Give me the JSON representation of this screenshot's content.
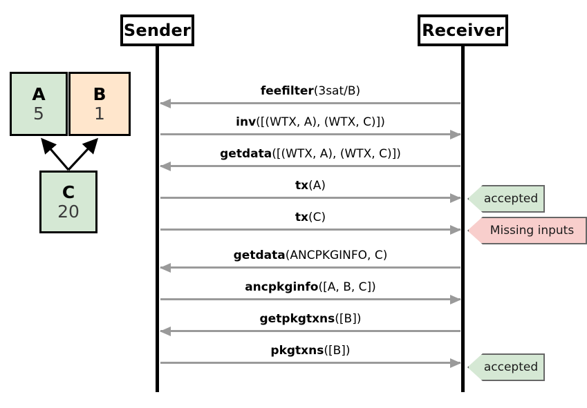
{
  "diagram": {
    "title_left": "Sender",
    "title_right": "Receiver"
  },
  "participants": [
    {
      "name": "Sender",
      "id": "sender"
    },
    {
      "name": "Receiver",
      "id": "receiver"
    }
  ],
  "transactions": [
    {
      "id": "A",
      "label": "A",
      "value": "5",
      "color": "#d5e8d4"
    },
    {
      "id": "B",
      "label": "B",
      "value": "1",
      "color": "#ffe6cc"
    },
    {
      "id": "C",
      "label": "C",
      "value": "20",
      "color": "#d5e8d4"
    }
  ],
  "dependencies": [
    {
      "from": "C",
      "to": "A"
    },
    {
      "from": "C",
      "to": "B"
    }
  ],
  "messages": [
    {
      "name": "feefilter",
      "args": "(3sat/B)",
      "direction": "left"
    },
    {
      "name": "inv",
      "args": "([(WTX, A), (WTX, C)])",
      "direction": "right"
    },
    {
      "name": "getdata",
      "args": "([(WTX, A), (WTX, C)])",
      "direction": "left"
    },
    {
      "name": "tx",
      "args": "(A)",
      "direction": "right"
    },
    {
      "name": "tx",
      "args": "(C)",
      "direction": "right"
    },
    {
      "name": "getdata",
      "args": "(ANCPKGINFO, C)",
      "direction": "left"
    },
    {
      "name": "ancpkginfo",
      "args": "([A, B, C])",
      "direction": "right"
    },
    {
      "name": "getpkgtxns",
      "args": "([B])",
      "direction": "left"
    },
    {
      "name": "pkgtxns",
      "args": "([B])",
      "direction": "right"
    }
  ],
  "callouts": [
    {
      "text": "accepted",
      "status": "ok",
      "color": "#d5e8d4"
    },
    {
      "text": "Missing inputs",
      "status": "error",
      "color": "#f8cecc"
    },
    {
      "text": "accepted",
      "status": "ok",
      "color": "#d5e8d4"
    }
  ],
  "colors": {
    "lifeline": "#000000",
    "arrow": "#9a9a9a",
    "accent_green": "#d5e8d4",
    "accent_orange": "#ffe6cc",
    "accent_pink": "#f8cecc",
    "callout_border": "#666666"
  }
}
